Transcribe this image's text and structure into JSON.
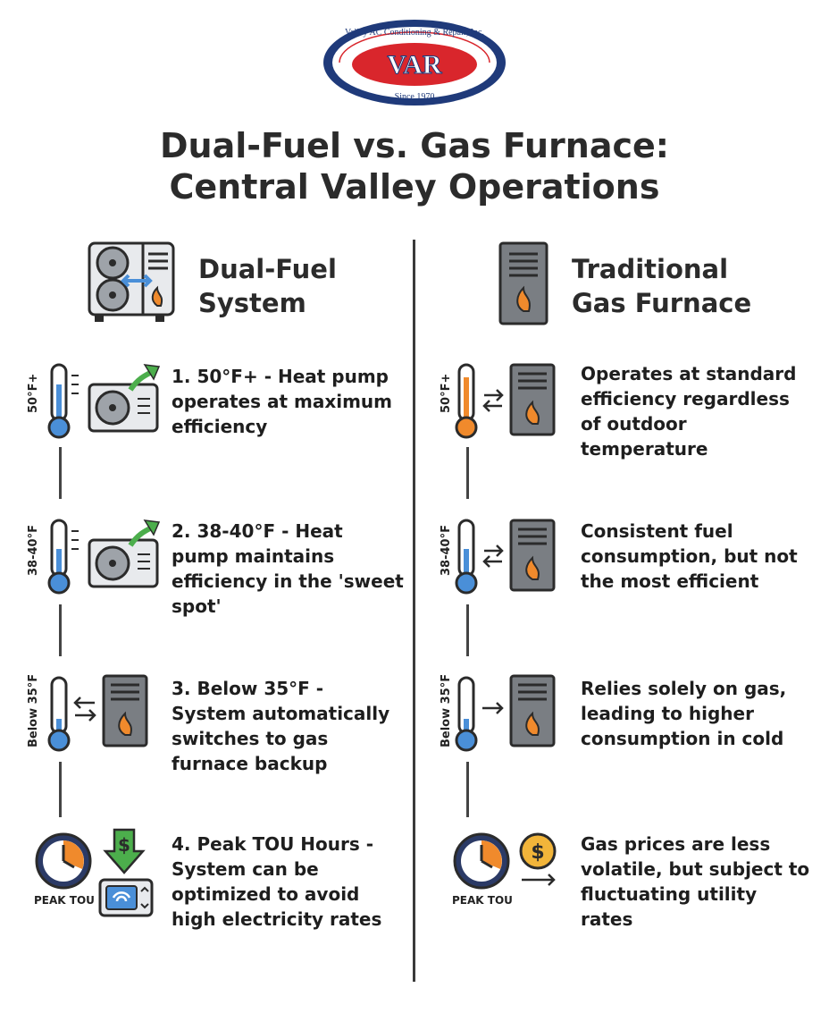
{
  "logo": {
    "arc_text": "Valley AC Conditioning & Repair, Inc.",
    "mark": "VAR",
    "since": "Since 1970"
  },
  "title": {
    "line1": "Dual-Fuel vs. Gas Furnace:",
    "line2": "Central Valley Operations"
  },
  "left": {
    "heading": {
      "line1": "Dual-Fuel",
      "line2": "System"
    },
    "rows": [
      {
        "temp": "50°F+",
        "text": "1. 50°F+ - Heat pump operates at maximum efficiency"
      },
      {
        "temp": "38-40°F",
        "text": "2. 38-40°F - Heat pump maintains efficiency in the 'sweet spot'"
      },
      {
        "temp": "Below 35°F",
        "text": "3. Below 35°F - System automatically switches to gas furnace backup"
      },
      {
        "temp": "PEAK TOU",
        "text": "4. Peak TOU Hours - System can be optimized to avoid high electricity rates"
      }
    ]
  },
  "right": {
    "heading": {
      "line1": "Traditional",
      "line2": "Gas Furnace"
    },
    "rows": [
      {
        "temp": "50°F+",
        "text": "Operates at standard efficiency regardless of outdoor temperature"
      },
      {
        "temp": "38-40°F",
        "text": "Consistent fuel consumption, but not the most efficient"
      },
      {
        "temp": "Below 35°F",
        "text": "Relies solely on gas, leading to higher consumption in cold"
      },
      {
        "temp": "PEAK TOU",
        "text": "Gas prices are less volatile, but subject to fluctuating utility rates"
      }
    ]
  },
  "icons": {
    "dollar": "$",
    "colors": {
      "navy": "#1f3a7a",
      "red": "#d9262c",
      "blue": "#4a8fd8",
      "orange": "#f08a2c",
      "green": "#4cae4c",
      "gray": "#7a7e83"
    }
  }
}
